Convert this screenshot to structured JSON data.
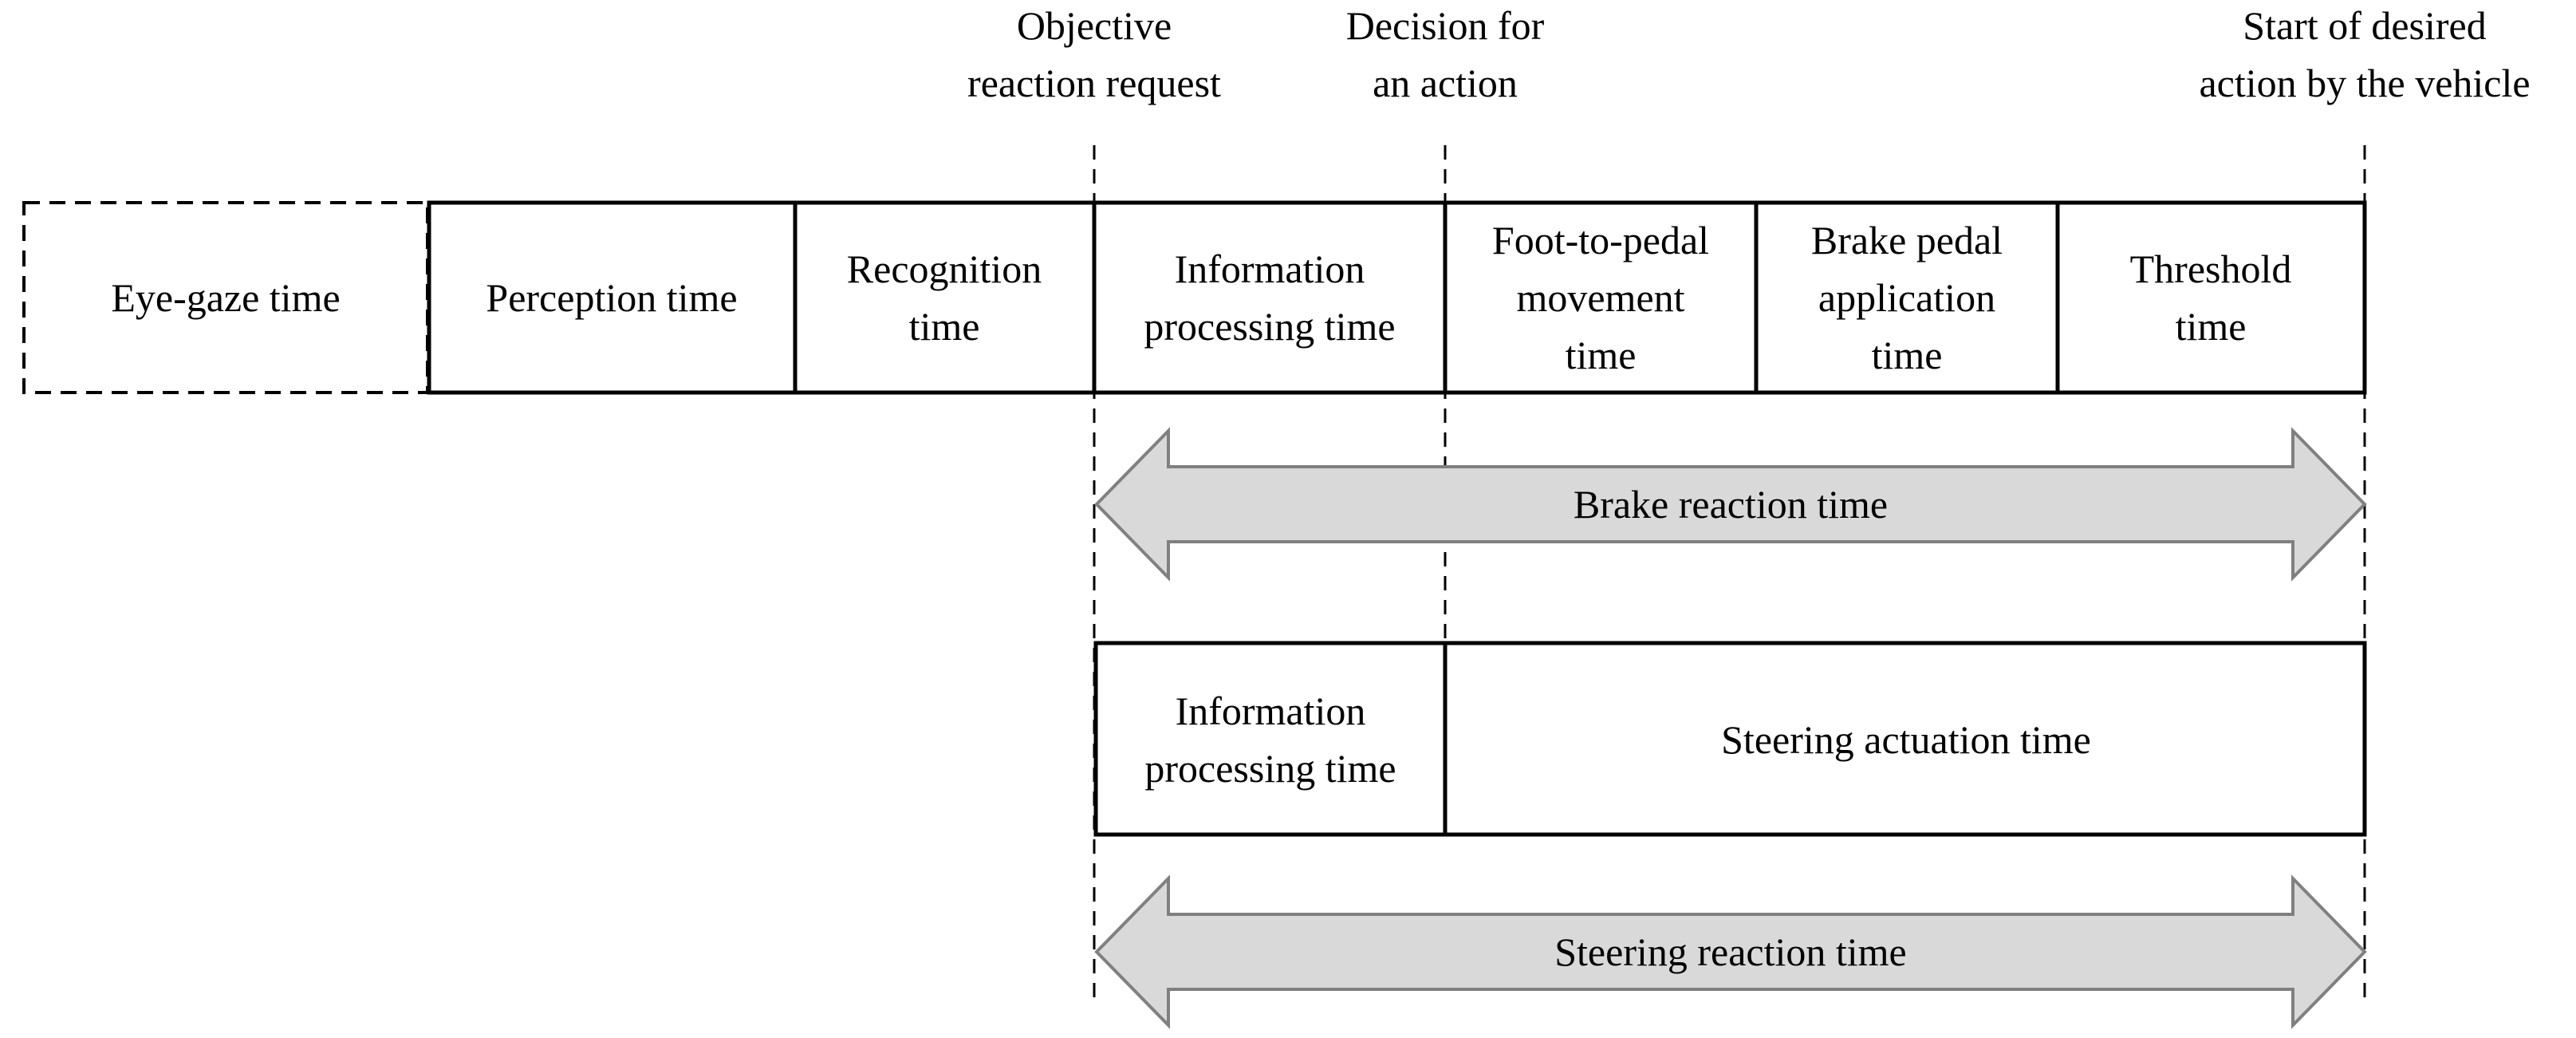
{
  "milestones": {
    "reaction_request": [
      "Objective",
      "reaction request"
    ],
    "decision": [
      "Decision for",
      "an action"
    ],
    "action_start": [
      "Start of desired",
      "action by the vehicle"
    ]
  },
  "top_row": {
    "eye_gaze": [
      "Eye-gaze time"
    ],
    "perception": [
      "Perception time"
    ],
    "recognition": [
      "Recognition",
      "time"
    ],
    "info_processing": [
      "Information",
      "processing time"
    ],
    "foot_to_pedal": [
      "Foot-to-pedal",
      "movement",
      "time"
    ],
    "brake_pedal": [
      "Brake pedal",
      "application",
      "time"
    ],
    "threshold": [
      "Threshold",
      "time"
    ]
  },
  "brake_arrow": {
    "label": "Brake reaction time"
  },
  "steering_row": {
    "info_processing": [
      "Information",
      "processing time"
    ],
    "steering_actuation": [
      "Steering actuation time"
    ]
  },
  "steering_arrow": {
    "label": "Steering reaction time"
  },
  "colors": {
    "stroke": "#000000",
    "arrow_fill": "#d9d9d9",
    "arrow_stroke": "#808080",
    "background": "#ffffff"
  }
}
